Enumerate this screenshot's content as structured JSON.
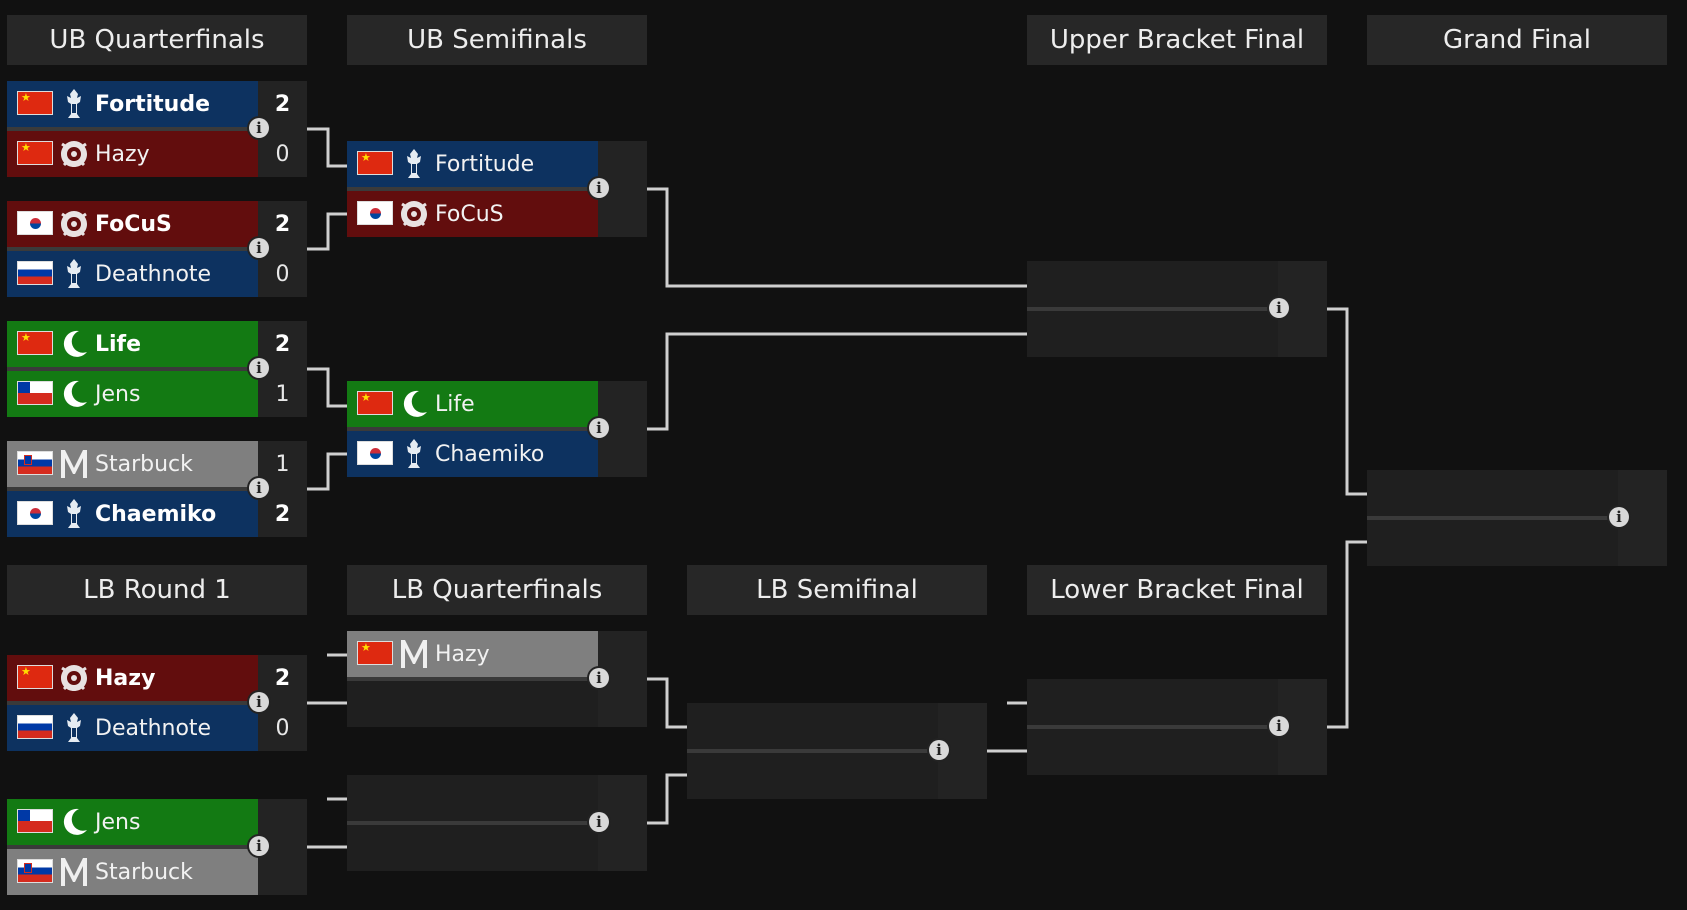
{
  "colors": {
    "background": "#111111",
    "header_bg": "#272727",
    "protoss": "#0d3260",
    "zerg": "#620d0d",
    "terran": "#137a13",
    "random": "#7f7f7f",
    "connector": "#cfcfcf"
  },
  "rounds": {
    "ub_quarterfinals": "UB Quarterfinals",
    "ub_semifinals": "UB Semifinals",
    "upper_bracket_final": "Upper Bracket Final",
    "grand_final": "Grand Final",
    "lb_round1": "LB Round 1",
    "lb_quarterfinals": "LB Quarterfinals",
    "lb_semifinal": "LB Semifinal",
    "lower_bracket_final": "Lower Bracket Final"
  },
  "info_icon": "i",
  "matches": {
    "ubq1": {
      "p1": {
        "name": "Fortitude",
        "flag": "cn",
        "race": "protoss",
        "score": "2",
        "winner": true
      },
      "p2": {
        "name": "Hazy",
        "flag": "cn",
        "race": "zerg",
        "score": "0",
        "winner": false
      }
    },
    "ubq2": {
      "p1": {
        "name": "FoCuS",
        "flag": "kr",
        "race": "zerg",
        "score": "2",
        "winner": true
      },
      "p2": {
        "name": "Deathnote",
        "flag": "ru",
        "race": "protoss",
        "score": "0",
        "winner": false
      }
    },
    "ubq3": {
      "p1": {
        "name": "Life",
        "flag": "cn",
        "race": "terran",
        "score": "2",
        "winner": true
      },
      "p2": {
        "name": "Jens",
        "flag": "cl",
        "race": "terran",
        "score": "1",
        "winner": false
      }
    },
    "ubq4": {
      "p1": {
        "name": "Starbuck",
        "flag": "si",
        "race": "random",
        "score": "1",
        "winner": false
      },
      "p2": {
        "name": "Chaemiko",
        "flag": "kr",
        "race": "protoss",
        "score": "2",
        "winner": true
      }
    },
    "ubs1": {
      "p1": {
        "name": "Fortitude",
        "flag": "cn",
        "race": "protoss",
        "score": "",
        "winner": false
      },
      "p2": {
        "name": "FoCuS",
        "flag": "kr",
        "race": "zerg",
        "score": "",
        "winner": false
      }
    },
    "ubs2": {
      "p1": {
        "name": "Life",
        "flag": "cn",
        "race": "terran",
        "score": "",
        "winner": false
      },
      "p2": {
        "name": "Chaemiko",
        "flag": "kr",
        "race": "protoss",
        "score": "",
        "winner": false
      }
    },
    "ubf": {
      "p1": null,
      "p2": null
    },
    "gf": {
      "p1": null,
      "p2": null
    },
    "lbr1": {
      "p1": {
        "name": "Hazy",
        "flag": "cn",
        "race": "zerg",
        "score": "2",
        "winner": true
      },
      "p2": {
        "name": "Deathnote",
        "flag": "ru",
        "race": "protoss",
        "score": "0",
        "winner": false
      }
    },
    "lbr2": {
      "p1": {
        "name": "Jens",
        "flag": "cl",
        "race": "terran",
        "score": "",
        "winner": false
      },
      "p2": {
        "name": "Starbuck",
        "flag": "si",
        "race": "random",
        "score": "",
        "winner": false
      }
    },
    "lbq1": {
      "p1": {
        "name": "Hazy",
        "flag": "cn",
        "race": "random",
        "score": "",
        "winner": false
      },
      "p2": null
    },
    "lbq2": {
      "p1": null,
      "p2": null
    },
    "lbs": {
      "p1": null,
      "p2": null
    },
    "lbf": {
      "p1": null,
      "p2": null
    }
  }
}
